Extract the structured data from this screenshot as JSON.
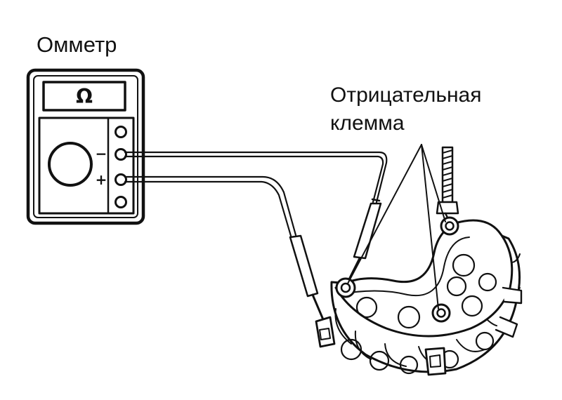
{
  "labels": {
    "ohmmeter": "Омметр",
    "negative_terminal_line1": "Отрицательная",
    "negative_terminal_line2": "клемма"
  },
  "meter": {
    "display_symbol": "Ω",
    "minus_symbol": "−",
    "plus_symbol": "+"
  },
  "colors": {
    "ink": "#111111",
    "paper": "#ffffff",
    "shade": "#e8e8e8"
  }
}
